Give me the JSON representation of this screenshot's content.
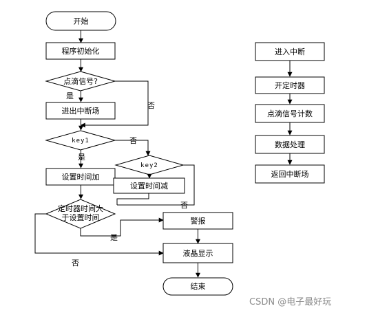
{
  "main_flow": {
    "start": "开始",
    "init": "程序初始化",
    "check_signal": "点滴信号?",
    "enter_interrupt": "进出中断场",
    "key1": "key1",
    "key2": "key2",
    "set_time_add": "设置时间加",
    "set_time_sub": "设置时间减",
    "check_timer": [
      "定时器时间大",
      "于设置时间"
    ],
    "alarm": "警报",
    "lcd_display": "液晶显示",
    "end": "结束",
    "yes": "是",
    "no": "否"
  },
  "interrupt_flow": {
    "enter": "进入中断",
    "start_timer": "开定时器",
    "count_drops": "点滴信号计数",
    "process": "数据处理",
    "return": "返回中断场"
  },
  "watermark": "CSDN @电子最好玩"
}
